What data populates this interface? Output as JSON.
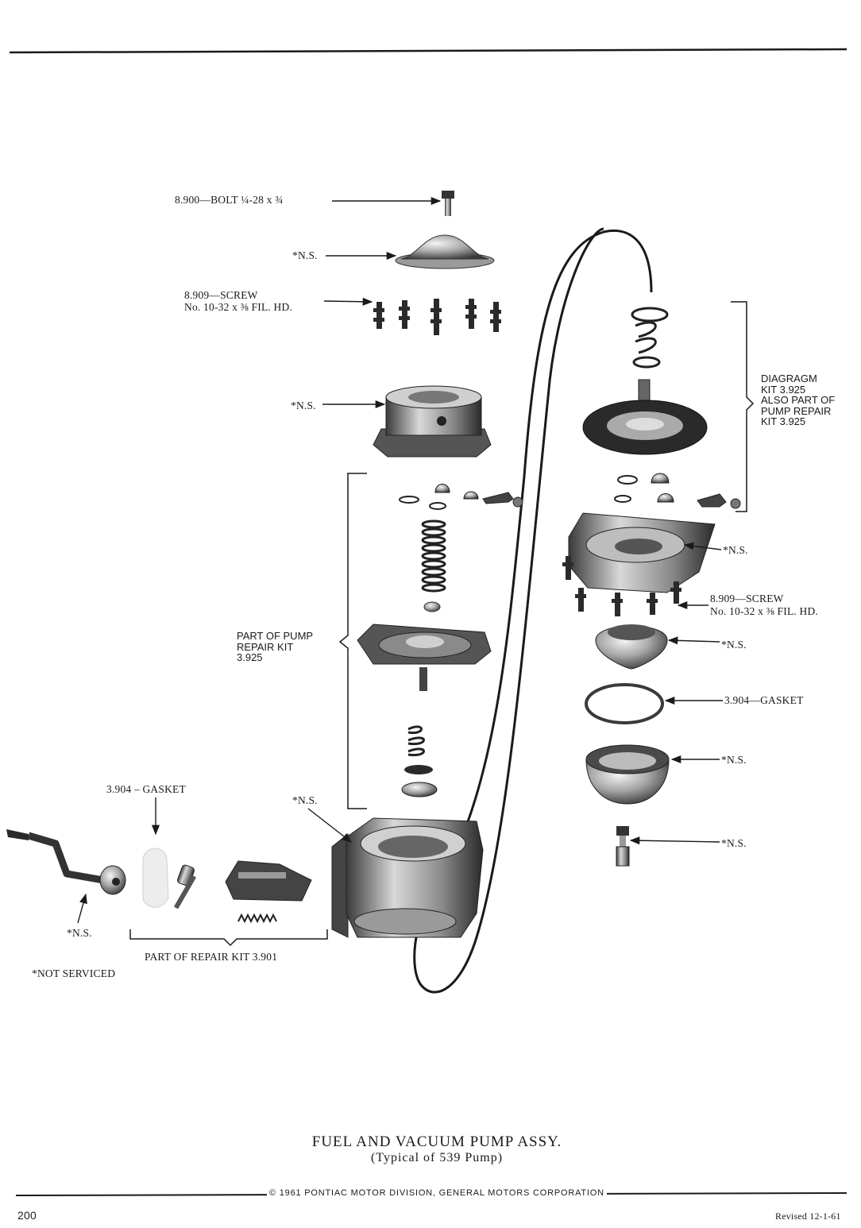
{
  "labels": {
    "bolt": "8.900—BOLT ¼-28 x ¾",
    "ns_cover": "*N.S.",
    "screw_top_1": "8.909—SCREW",
    "screw_top_2": "No. 10-32 x ⅜ FIL. HD.",
    "ns_upper_body": "*N.S.",
    "diaphragm_kit": [
      "DIAGRAGM",
      "KIT 3.925",
      "ALSO PART OF",
      "PUMP REPAIR",
      "KIT 3.925"
    ],
    "ns_valve_body": "*N.S.",
    "screw_right_1": "8.909—SCREW",
    "screw_right_2": "No. 10-32 x ⅜ FIL. HD.",
    "ns_cap": "*N.S.",
    "gasket_right": "3.904—GASKET",
    "ns_bowl": "*N.S.",
    "ns_bolt": "*N.S.",
    "pump_repair_kit": [
      "PART OF PUMP",
      "REPAIR KIT",
      "3.925"
    ],
    "gasket_left": "3.904 – GASKET",
    "ns_housing": "*N.S.",
    "ns_lever": "*N.S.",
    "repair_kit_3901": "PART OF REPAIR KIT 3.901",
    "not_serviced": "*NOT SERVICED"
  },
  "caption": {
    "title": "FUEL AND VACUUM PUMP ASSY.",
    "subtitle": "(Typical of 539 Pump)"
  },
  "footer": {
    "copyright": "© 1961 PONTIAC MOTOR DIVISION, GENERAL MOTORS CORPORATION",
    "page_number": "200",
    "revised": "Revised 12-1-61"
  }
}
